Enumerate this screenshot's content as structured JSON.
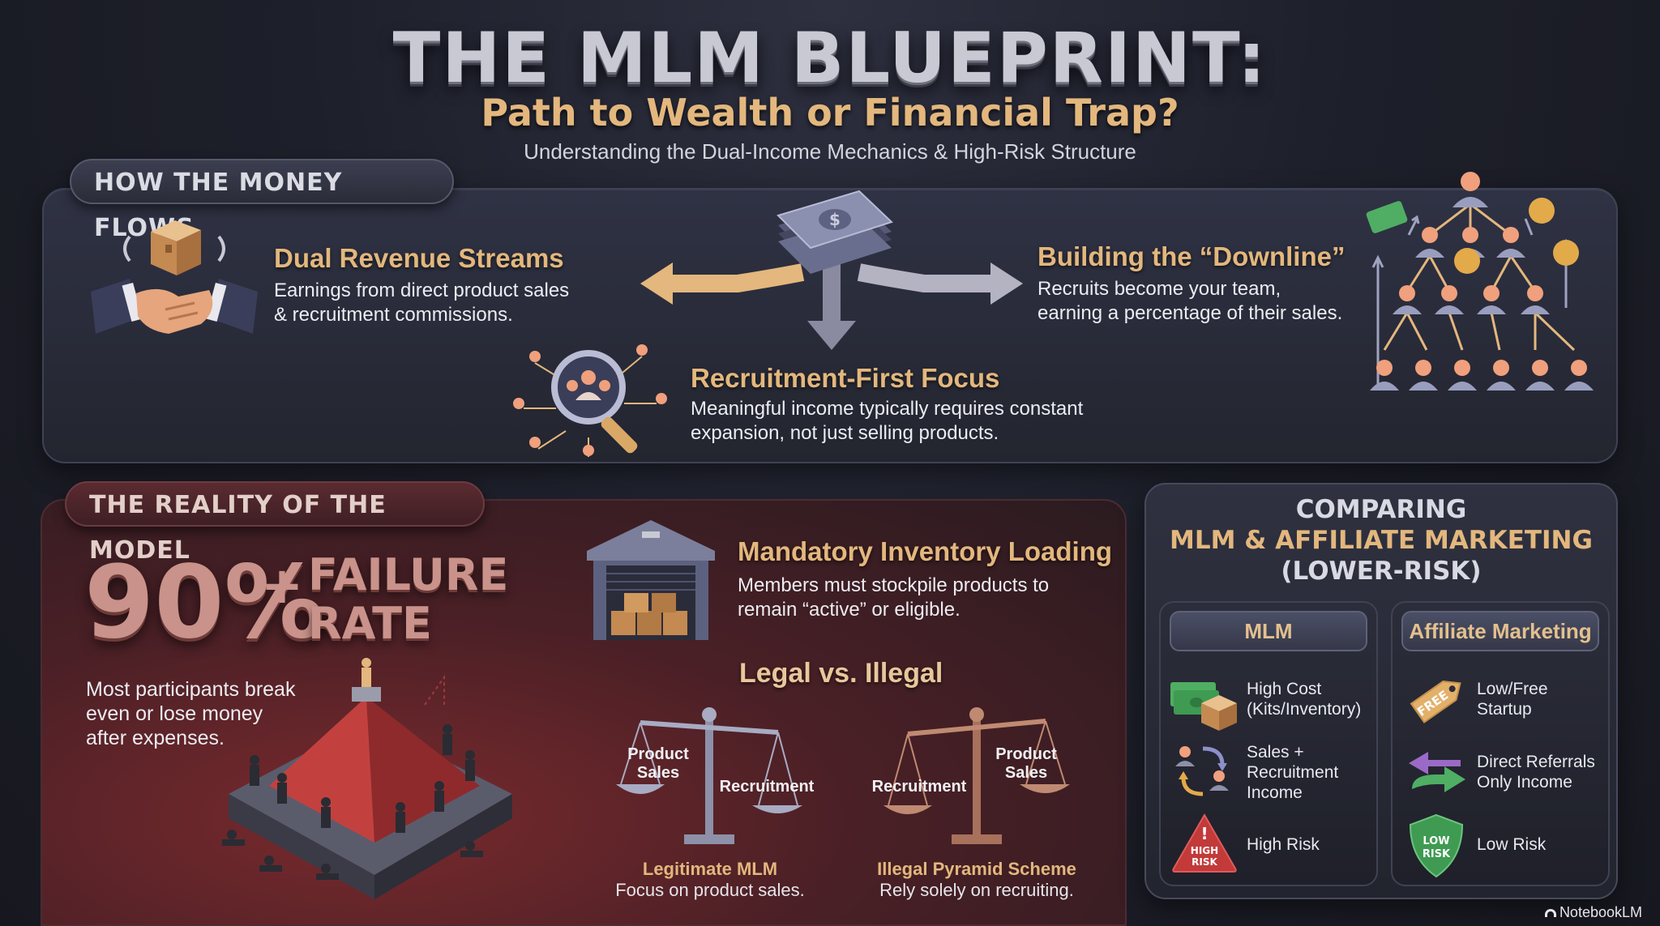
{
  "header": {
    "title": "THE MLM BLUEPRINT:",
    "subtitle": "Path to Wealth or Financial Trap?",
    "tagline": "Understanding the Dual-Income Mechanics & High-Risk Structure"
  },
  "money_flows": {
    "label": "HOW THE MONEY FLOWS",
    "dual": {
      "title": "Dual Revenue Streams",
      "line1": "Earnings from direct product sales",
      "line2": "& recruitment commissions."
    },
    "downline": {
      "title": "Building the “Downline”",
      "line1": "Recruits become your team,",
      "line2": "earning a percentage of their sales."
    },
    "recruitment": {
      "title": "Recruitment-First Focus",
      "line1": "Meaningful income typically requires constant",
      "line2": "expansion, not just selling products."
    }
  },
  "reality": {
    "label": "THE REALITY OF THE MODEL",
    "stat_value": "90%",
    "stat_plus": "+",
    "stat_line1": "FAILURE",
    "stat_line2": "RATE",
    "desc_line1": "Most participants break",
    "desc_line2": "even or lose money",
    "desc_line3": "after expenses.",
    "inventory": {
      "title": "Mandatory Inventory Loading",
      "line1": "Members must stockpile products to",
      "line2": "remain “active” or eligible."
    },
    "legal": {
      "title": "Legal vs. Illegal",
      "left_scale": {
        "pan_a_line1": "Product",
        "pan_a_line2": "Sales",
        "pan_b": "Recruitment",
        "caption": "Legitimate MLM",
        "sub": "Focus on product sales."
      },
      "right_scale": {
        "pan_a": "Recruitment",
        "pan_b_line1": "Product",
        "pan_b_line2": "Sales",
        "caption": "Illegal Pyramid Scheme",
        "sub": "Rely solely on recruiting."
      }
    }
  },
  "compare": {
    "title_line1": "COMPARING",
    "title_line2": "MLM & AFFILIATE MARKETING",
    "title_line3": "(LOWER-RISK)",
    "mlm": {
      "head": "MLM",
      "r1_line1": "High Cost",
      "r1_line2": "(Kits/Inventory)",
      "r2_line1": "Sales +",
      "r2_line2": "Recruitment",
      "r2_line3": "Income",
      "r3": "High Risk",
      "badge_line1": "HIGH",
      "badge_line2": "RISK"
    },
    "affiliate": {
      "head": "Affiliate Marketing",
      "r1_line1": "Low/Free",
      "r1_line2": "Startup",
      "r2_line1": "Direct Referrals",
      "r2_line2": "Only Income",
      "r3": "Low Risk",
      "tag": "FREE",
      "badge_line1": "LOW",
      "badge_line2": "RISK"
    }
  },
  "footer": {
    "brand": "NotebookLM"
  },
  "colors": {
    "gold": "#e3b77d",
    "steel": "#c9c9d3",
    "red_panel": "#7a2a2d",
    "stat": "#c9928a"
  }
}
